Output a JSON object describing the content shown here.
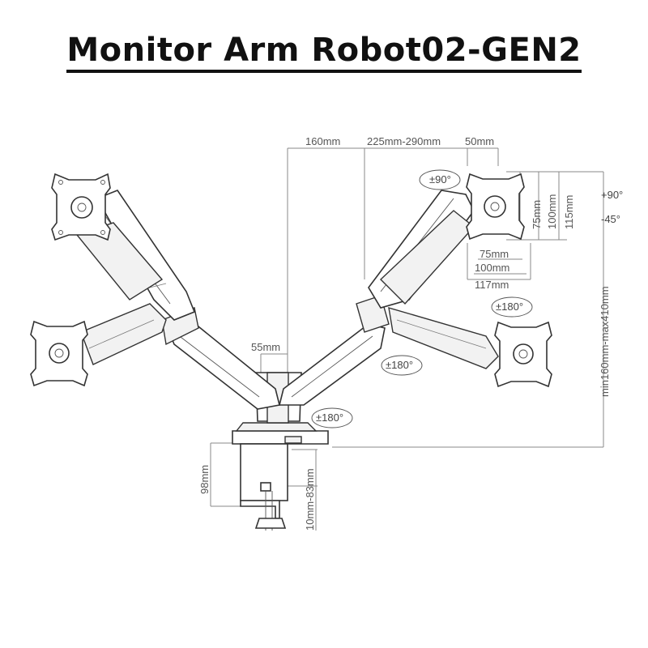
{
  "title": "Monitor Arm Robot02-GEN2",
  "dimensions": {
    "d160": "160mm",
    "d225_290": "225mm-290mm",
    "d50": "50mm",
    "d55": "55mm",
    "d98": "98mm",
    "d10_83": "10mm-83mm",
    "vesa_h75": "75mm",
    "vesa_h100": "100mm",
    "vesa_h117": "117mm",
    "vesa_v75": "75mm",
    "vesa_v100": "100mm",
    "vesa_v115": "115mm",
    "height_range": "min160mm-max410mm"
  },
  "rotations": {
    "swivel_top": "±90°",
    "monitor_rotate": "±180°",
    "arm_rotate": "±180°",
    "base_rotate": "±180°"
  },
  "tilt": {
    "up": "+90°",
    "down": "-45°"
  }
}
